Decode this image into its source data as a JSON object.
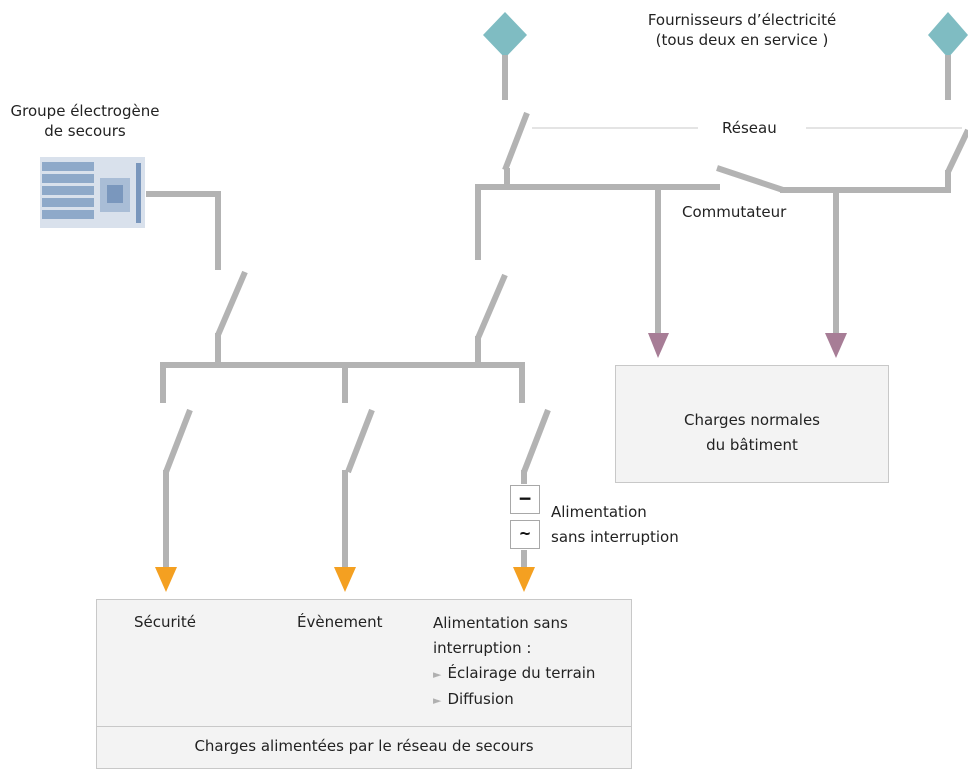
{
  "labels": {
    "suppliers_line1": "Fournisseurs d’électricité",
    "suppliers_line2": "(tous deux en service )",
    "generator_line1": "Groupe électrogène",
    "generator_line2": "de secours",
    "grid": "Réseau",
    "switch": "Commutateur",
    "ups_line1": "Alimentation",
    "ups_line2": "sans interruption"
  },
  "normal_loads": {
    "line1": "Charges normales",
    "line2": "du bâtiment"
  },
  "backup_loads": {
    "security": "Sécurité",
    "event": "Évènement",
    "ups_line1": "Alimentation sans",
    "ups_line2": "interruption :",
    "ups_item1": "Éclairage du terrain",
    "ups_item2": "Diffusion",
    "footer": "Charges alimentées par le réseau de secours"
  },
  "icons": {
    "ups_dc": "−",
    "ups_ac": "~"
  },
  "colors": {
    "wire": "#b3b3b3",
    "supplier": "#7fbcc2",
    "normal_arrow": "#a77d96",
    "backup_arrow": "#f4a021",
    "generator": "#8ea9c9"
  }
}
